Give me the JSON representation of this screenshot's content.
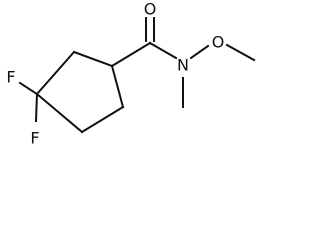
{
  "molecule": {
    "atoms": {
      "fluorine_top": "F",
      "fluorine_bottom": "F",
      "oxygen_carbonyl": "O",
      "nitrogen": "N",
      "oxygen_methoxy": "O"
    }
  }
}
